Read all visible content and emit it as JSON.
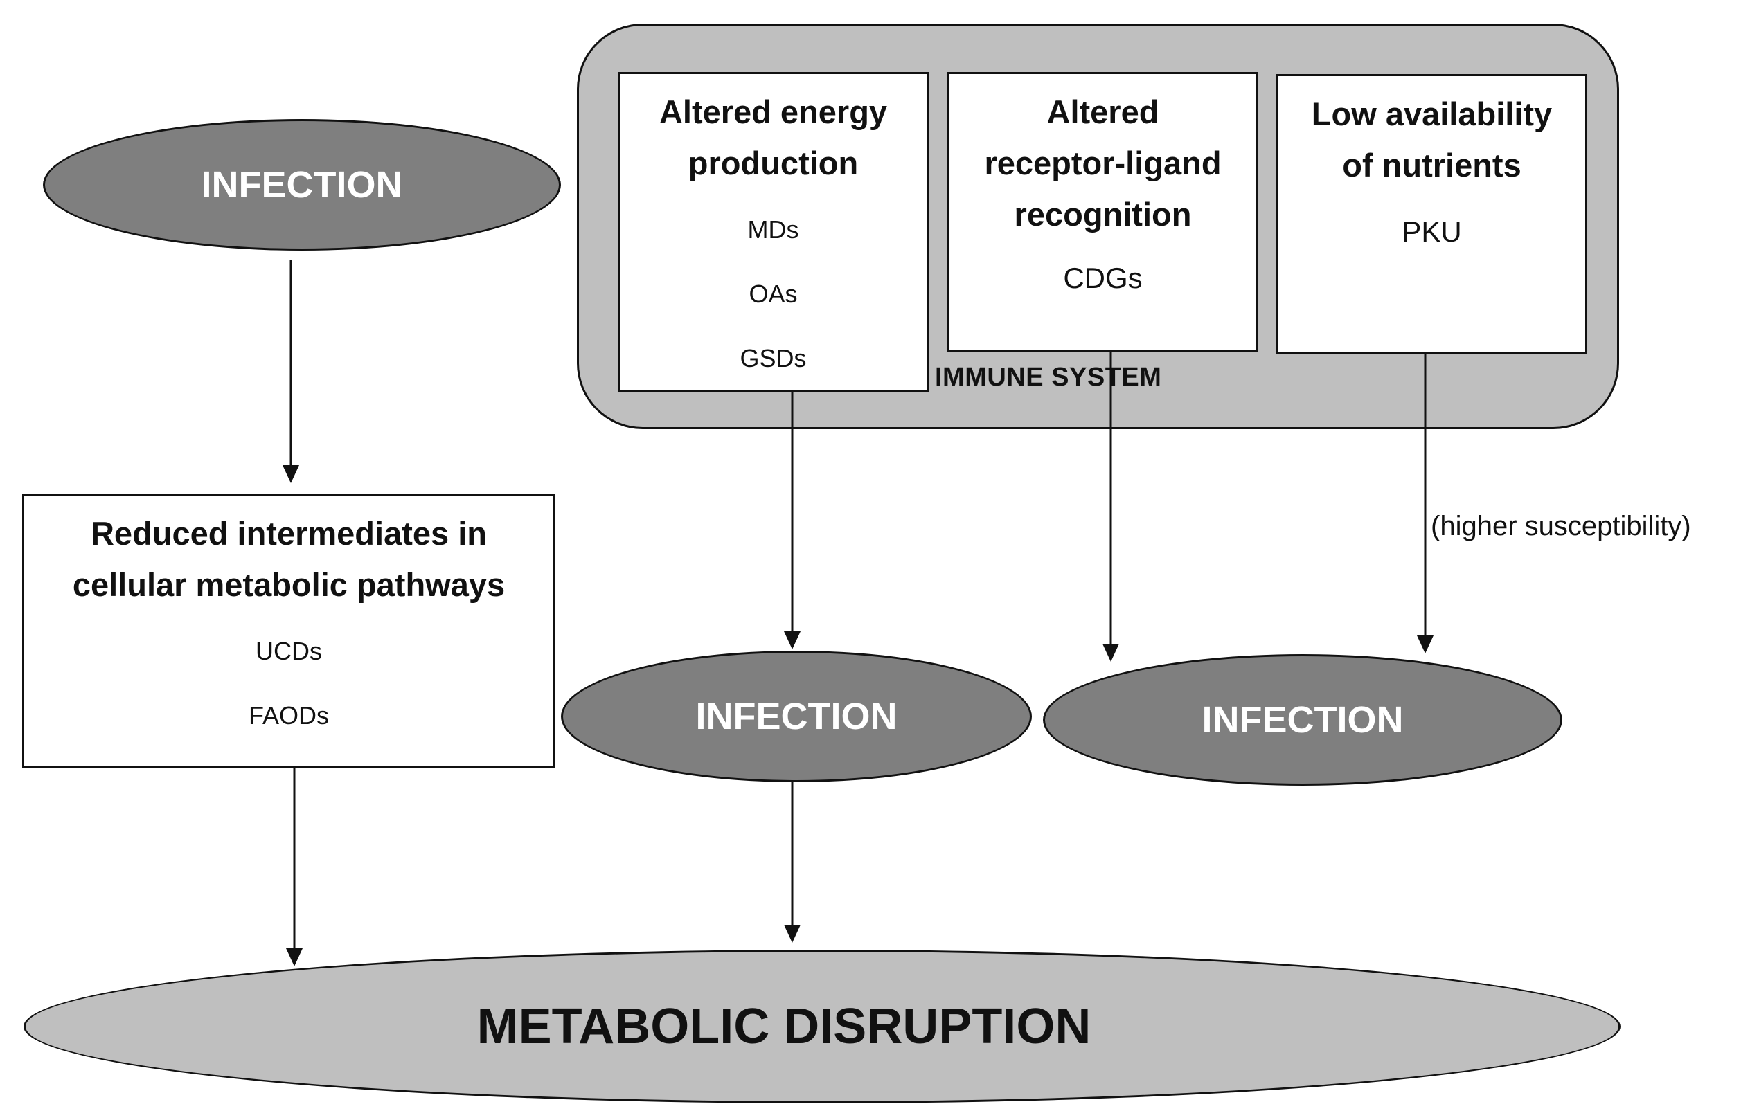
{
  "infection_top_left": "INFECTION",
  "infection_middle": "INFECTION",
  "infection_right": "INFECTION",
  "immune_system": {
    "label": "IMMUNE SYSTEM",
    "energy": {
      "title_line1": "Altered energy",
      "title_line2": "production",
      "items": [
        "MDs",
        "OAs",
        "GSDs"
      ]
    },
    "receptor": {
      "title_line1": "Altered",
      "title_line2": "receptor-ligand",
      "title_line3": "recognition",
      "items": [
        "CDGs"
      ]
    },
    "nutrients": {
      "title_line1": "Low availability",
      "title_line2": "of nutrients",
      "items": [
        "PKU"
      ]
    }
  },
  "reduced_intermediates": {
    "title_line1": "Reduced intermediates in",
    "title_line2": "cellular metabolic pathways",
    "items": [
      "UCDs",
      "FAODs"
    ]
  },
  "susceptibility_label": "(higher susceptibility)",
  "metabolic_disruption": "METABOLIC DISRUPTION"
}
